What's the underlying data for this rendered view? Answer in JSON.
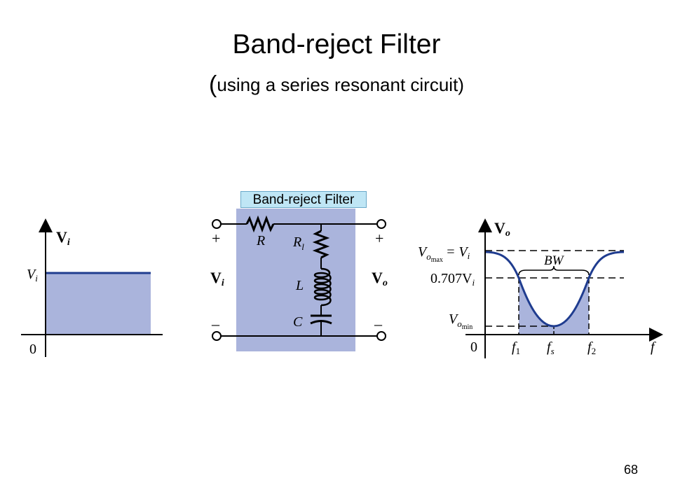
{
  "title": "Band-reject Filter",
  "subtitle_paren_open": "(",
  "subtitle_text": "using a series resonant circuit)",
  "circuit_label": "Band-reject Filter",
  "slide_number": "68",
  "colors": {
    "fill": "#aab4dc",
    "curve": "#1f3c8f",
    "label_bg": "#bfe6f5"
  },
  "input_plot": {
    "axis_title_main": "V",
    "axis_title_sub": "i",
    "level_label_main": "V",
    "level_label_sub": "i",
    "origin": "0"
  },
  "circuit": {
    "R": "R",
    "Rl_main": "R",
    "Rl_sub": "l",
    "L": "L",
    "C": "C",
    "plus_left": "+",
    "plus_right": "+",
    "minus_left": "–",
    "minus_right": "–",
    "vin_main": "V",
    "vin_sub": "i",
    "vout_main": "V",
    "vout_sub": "o"
  },
  "response_plot": {
    "axis_title_main": "V",
    "axis_title_sub": "o",
    "vomax_main": "V",
    "vomax_sub1": "o",
    "vomax_sub2": "max",
    "vomax_eq": "= V",
    "vomax_eq_sub": "i",
    "v707": "0.707V",
    "v707_sub": "i",
    "vomin_main": "V",
    "vomin_sub1": "o",
    "vomin_sub2": "min",
    "bw": "BW",
    "origin": "0",
    "f1_main": "f",
    "f1_sub": "1",
    "fs_main": "f",
    "fs_sub": "s",
    "f2_main": "f",
    "f2_sub": "2",
    "f_axis": "f"
  }
}
